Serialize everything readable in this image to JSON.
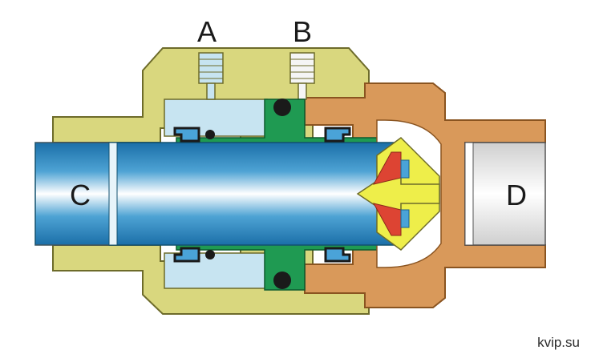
{
  "labels": {
    "a": "A",
    "b": "B",
    "c": "C",
    "d": "D"
  },
  "watermark": "kvip.su",
  "colors": {
    "body_yellow": "#d9d77e",
    "body_outline": "#6d6b2a",
    "brass_orange": "#d9995a",
    "brass_outline": "#8a5420",
    "cavity_blue": "#c7e4f1",
    "pipe_dark": "#1e7cb8",
    "pipe_light": "#ffffff",
    "seal_green": "#1f9a52",
    "oring_black": "#1a1a1a",
    "valve_yellow": "#eeee4a",
    "valve_red": "#dd4433",
    "valve_blue": "#4aa3d8"
  }
}
